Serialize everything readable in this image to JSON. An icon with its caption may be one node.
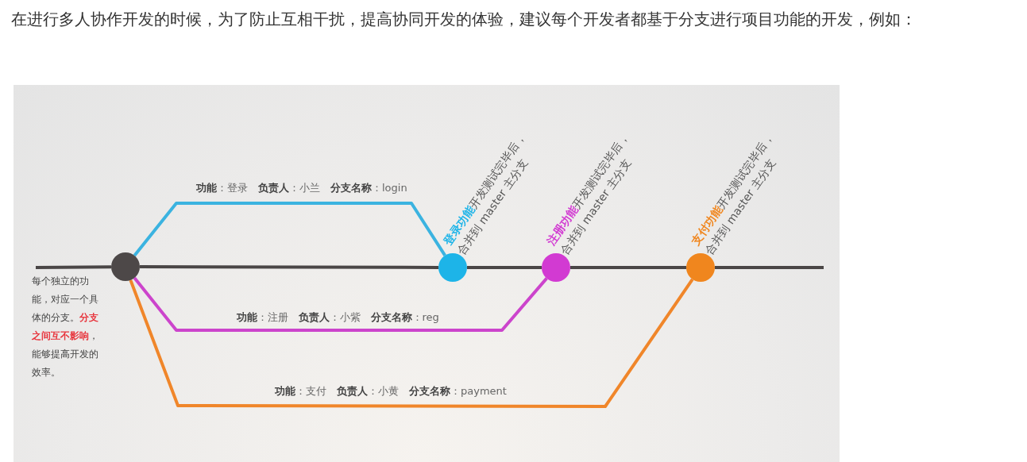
{
  "diagram": {
    "title": "在进行多人协作开发的时候，为了防止互相干扰，提高协同开发的体验，建议每个开发者都基于分支进行项目功能的开发，例如：",
    "nodes": [
      {
        "text": [],
        "shape": "circle"
      },
      {
        "text": [],
        "shape": "circle",
        "beside": [
          "**登录功能**开发测试完毕后，合并到 master 主分支"
        ]
      },
      {
        "text": [],
        "shape": "circle",
        "beside": [
          "**注册功能**开发测试完毕后，合并到 master 主分支"
        ]
      },
      {
        "text": [],
        "shape": "circle",
        "beside": [
          "**支付功能**开发测试完毕后，合并到 master 主分支"
        ]
      }
    ],
    "edges": [
      {
        "from": null,
        "to": 0,
        "arrow": "none"
      },
      {
        "from": 0,
        "to": 1,
        "arrow": "none"
      },
      {
        "from": 1,
        "to": 2,
        "arrow": "none"
      },
      {
        "from": 2,
        "to": 3,
        "arrow": "none"
      },
      {
        "from": 3,
        "to": null,
        "arrow": "none"
      },
      {
        "from": 0,
        "to": 1,
        "arrow": "none",
        "color": "#3bb3e0",
        "label": "**功能**：登录　**负责人**：小兰　**分支名称**：login"
      },
      {
        "from": 0,
        "to": 2,
        "arrow": "none",
        "color": "#cc44cc",
        "label": "**功能**：注册　**负责人**：小紫　**分支名称**：reg"
      },
      {
        "from": 0,
        "to": 3,
        "arrow": "none",
        "color": "#f0862a",
        "label": "**功能**：支付　**负责人**：小黄　**分支名称**：payment"
      }
    ],
    "labels": [
      "每个独立的功能，对应一个具体的分支。**分支之间互不影响**，能够提高开发的效率。"
    ]
  }
}
